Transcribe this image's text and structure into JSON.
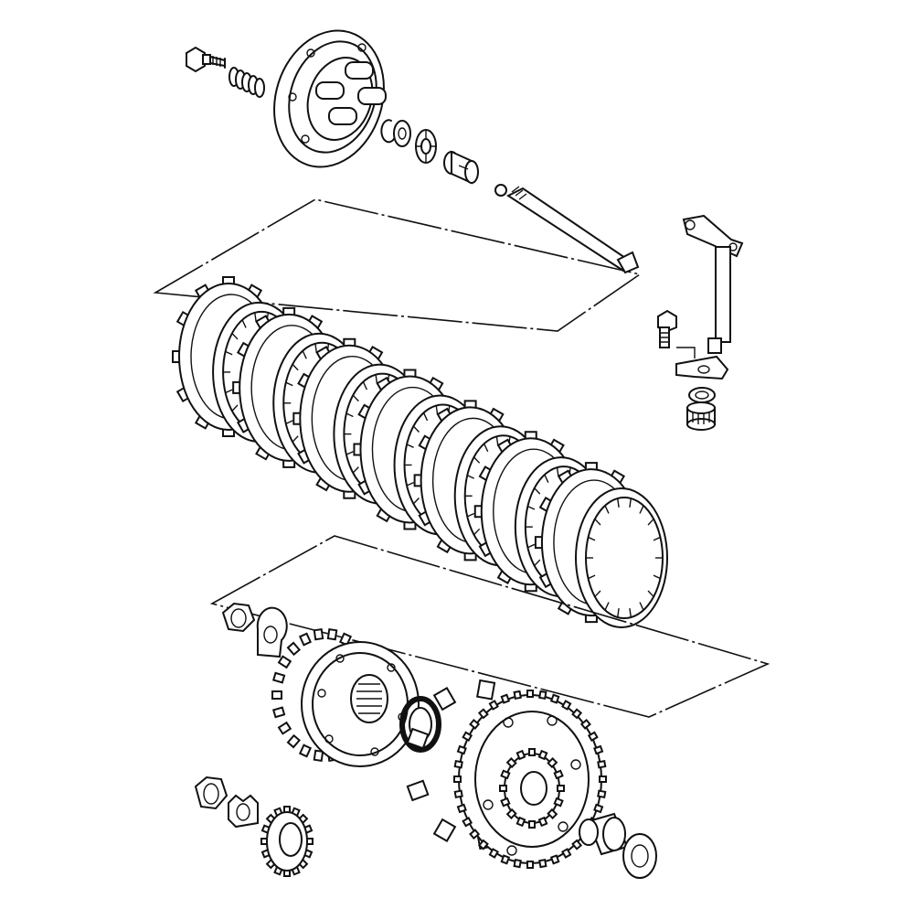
{
  "diagram": {
    "type": "exploded-parts-view",
    "subject": "clutch assembly",
    "printed_text": [],
    "parts": [
      {
        "name": "bolt"
      },
      {
        "name": "spring"
      },
      {
        "name": "pressure-plate"
      },
      {
        "name": "circlip"
      },
      {
        "name": "washer"
      },
      {
        "name": "thrust-bearing"
      },
      {
        "name": "release-piece"
      },
      {
        "name": "steel-ball"
      },
      {
        "name": "push-rod"
      },
      {
        "name": "release-shaft"
      },
      {
        "name": "lever-bolt"
      },
      {
        "name": "oil-seal"
      },
      {
        "name": "needle-bearing"
      },
      {
        "name": "clutch-disc-pack",
        "count": 14
      },
      {
        "name": "hub-nut"
      },
      {
        "name": "lock-washer"
      },
      {
        "name": "inner-hub"
      },
      {
        "name": "hub-washer"
      },
      {
        "name": "outer-basket"
      },
      {
        "name": "bushing"
      },
      {
        "name": "thrust-washer"
      },
      {
        "name": "primary-nut"
      },
      {
        "name": "primary-lock-washer"
      },
      {
        "name": "primary-gear"
      }
    ]
  }
}
